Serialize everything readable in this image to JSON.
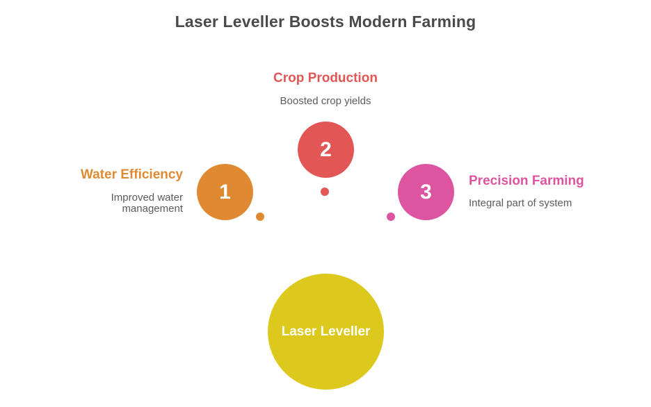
{
  "title": "Laser Leveller Boosts Modern Farming",
  "colors": {
    "background": "#ffffff",
    "title_text": "#4a4a4a",
    "body_text": "#5b5b5b"
  },
  "center": {
    "label": "Laser Leveller",
    "color": "#ddc81d"
  },
  "items": [
    {
      "number": "1",
      "heading": "Water Efficiency",
      "description": "Improved water management",
      "color": "#df8a33",
      "position": "left"
    },
    {
      "number": "2",
      "heading": "Crop Production",
      "description": "Boosted crop yields",
      "color": "#e25656",
      "position": "top"
    },
    {
      "number": "3",
      "heading": "Precision Farming",
      "description": "Integral part of system",
      "color": "#dd55a0",
      "position": "right"
    }
  ]
}
